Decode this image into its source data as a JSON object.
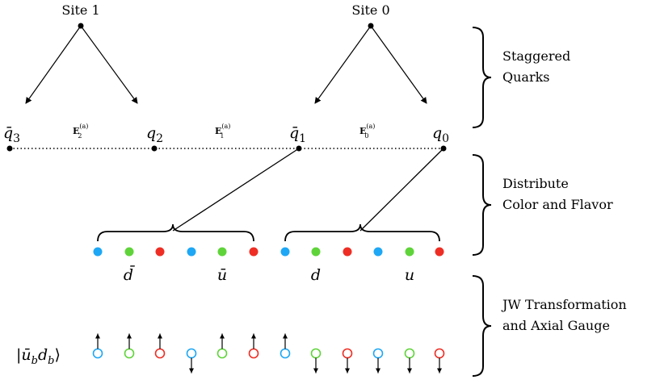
{
  "sites": [
    {
      "label": "Site 1"
    },
    {
      "label": "Site 0"
    }
  ],
  "lattice": [
    {
      "symbol": "q̄",
      "index": "3"
    },
    {
      "symbol": "q",
      "index": "2"
    },
    {
      "symbol": "q̄",
      "index": "1"
    },
    {
      "symbol": "q",
      "index": "0"
    }
  ],
  "links": [
    {
      "symbol": "E",
      "sub": "2",
      "sup": "(a)"
    },
    {
      "symbol": "E",
      "sub": "1",
      "sup": "(a)"
    },
    {
      "symbol": "E",
      "sub": "0",
      "sup": "(a)"
    }
  ],
  "colors": {
    "blue": "#1ea7f5",
    "green": "#5fd43a",
    "red": "#ee2e24",
    "black": "#000000"
  },
  "distributed_dots": [
    "blue",
    "green",
    "red",
    "blue",
    "green",
    "red",
    "blue",
    "green",
    "red",
    "blue",
    "green",
    "red"
  ],
  "flavor_labels": [
    "d̄",
    "ū",
    "d",
    "u"
  ],
  "spins": [
    {
      "color": "blue",
      "spin": "up"
    },
    {
      "color": "green",
      "spin": "up"
    },
    {
      "color": "red",
      "spin": "up"
    },
    {
      "color": "blue",
      "spin": "down"
    },
    {
      "color": "green",
      "spin": "up"
    },
    {
      "color": "red",
      "spin": "up"
    },
    {
      "color": "blue",
      "spin": "up"
    },
    {
      "color": "green",
      "spin": "down"
    },
    {
      "color": "red",
      "spin": "down"
    },
    {
      "color": "blue",
      "spin": "down"
    },
    {
      "color": "green",
      "spin": "down"
    },
    {
      "color": "red",
      "spin": "down"
    }
  ],
  "ket": {
    "open": "|",
    "u": "ū",
    "d": "d",
    "sub": "b",
    "close": "⟩"
  },
  "braces": [
    {
      "lines": [
        "Staggered",
        "Quarks"
      ]
    },
    {
      "lines": [
        "Distribute",
        "Color and Flavor"
      ]
    },
    {
      "lines": [
        "JW Transformation",
        "and Axial Gauge"
      ]
    }
  ]
}
